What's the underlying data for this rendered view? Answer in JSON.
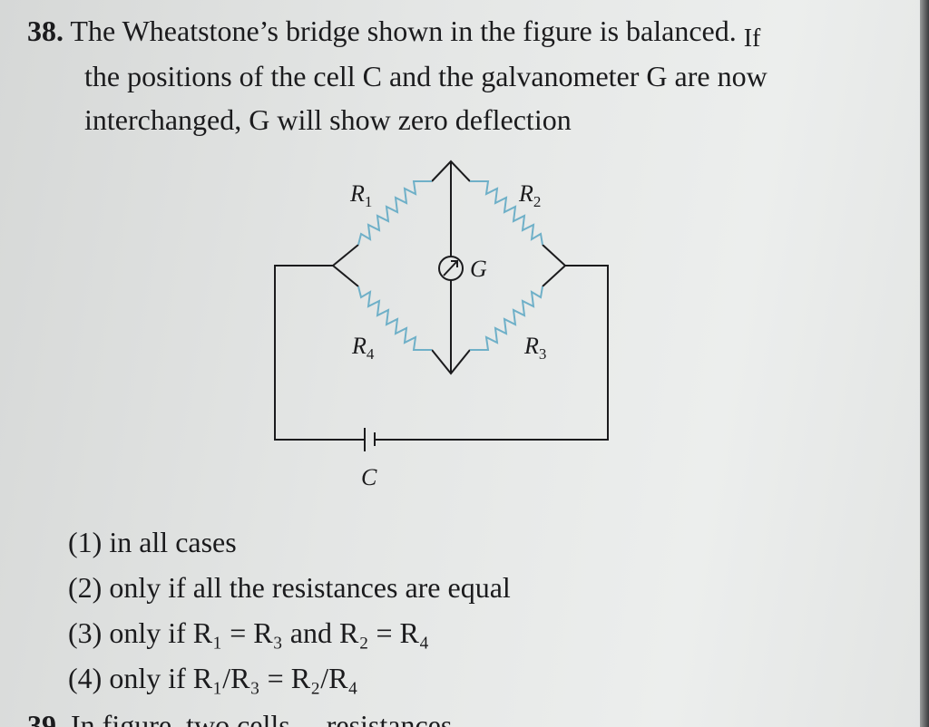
{
  "question": {
    "number": "38.",
    "line1": "The Wheatstone’s bridge shown in the figure is balanced.",
    "line1_tail": "If",
    "line2": "the positions of the cell C and the galvanometer G are now",
    "line3": "interchanged, G will show zero deflection"
  },
  "figure": {
    "labels": {
      "r1": "R",
      "r1_sub": "1",
      "r2": "R",
      "r2_sub": "2",
      "r3": "R",
      "r3_sub": "3",
      "r4": "R",
      "r4_sub": "4",
      "g": "G",
      "c": "C"
    },
    "resistor_color": "#6fb0c8"
  },
  "options": [
    {
      "num": "(1)",
      "text": "in all cases"
    },
    {
      "num": "(2)",
      "text": "only if all the resistances are equal"
    },
    {
      "num": "(3)",
      "text": "only if R₁ = R₃ and R₂ = R₄"
    },
    {
      "num": "(4)",
      "text": "only if R₁/R₃ = R₂/R₄"
    }
  ],
  "next_question": {
    "number": "39.",
    "text": "In figure, two cells ... resistances"
  }
}
